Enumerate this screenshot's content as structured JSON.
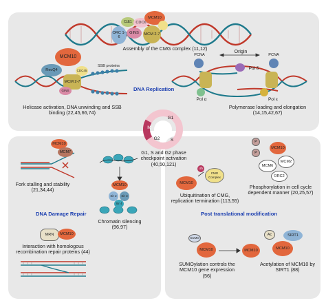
{
  "colors": {
    "panel_bg": "#e8e8e8",
    "dna_strand_red": "#c0392b",
    "dna_strand_teal": "#1f7a8c",
    "mcm10": "#e2673d",
    "mcm27": "#c9b455",
    "gins5": "#d98aa6",
    "cdc45": "#f0e08a",
    "cdt1": "#b7c97a",
    "orc": "#8fb4d6",
    "recq4": "#6a9ab7",
    "heading_blue": "#1c3fb0",
    "cycle_ring": "#f3c5cf",
    "cycle_m": "#b8385f"
  },
  "replication": {
    "heading": "DNA Replication",
    "cmg_caption": "Assembly of the CMG complex (11,12)",
    "helicase_caption": "Helicase activation, DNA unwinding and SSB binding (22,45,66,74)",
    "polymerase_caption": "Polymerase loading and elongation (14,15,42,67)",
    "labels": {
      "orc": "ORC 1-6",
      "cdt1": "Cdt1",
      "cdc6": "CDC6",
      "mcm10": "MCM10",
      "gins5": "GINS",
      "mcm27": "MCM 2-7",
      "recq4": "RecQ4",
      "cdc45": "CDC45",
      "ssb": "SSB proteins",
      "origin": "Origin",
      "pcna_left": "PCNA",
      "pcna_right": "PCNA",
      "pol_delta": "Pol δ",
      "pol_alpha": "Pol α",
      "pol_epsilon": "Pol ε"
    }
  },
  "cycle": {
    "g1": "G1",
    "s": "S",
    "g2": "G2",
    "m": "M",
    "caption": "G1, S and G2 phase checkpoint activation (40,50,121)"
  },
  "repair": {
    "heading": "DNA Damage Repair",
    "fork_caption": "Fork stalling and stability (21,34,44)",
    "chromatin_caption": "Chromatin silencing (96,97)",
    "hr_caption": "Interaction with homologous recombination repair proteins (44)",
    "labels": {
      "mcm10": "MCM10",
      "mcm7": "MCM7",
      "mrn": "MRN",
      "sir2": "Sir 2",
      "sir3": "Sir 3",
      "sir4": "Sir 4"
    }
  },
  "ptm": {
    "heading": "Post translational modification",
    "ub_caption": "Ubiquitination of CMG, replication termination (113,55)",
    "phospho_caption": "Phosphorylation in cell cycle dependent manner (20,25,57)",
    "sumo_caption": "SUMOylation controls the MCM10 gene expression (56)",
    "acetyl_caption": "Acetylation of MCM10 by SIRT1 (88)",
    "labels": {
      "mcm10": "MCM10",
      "ub": "Ub",
      "cmg": "CMG Complex",
      "p": "P",
      "mcm2": "MCM2",
      "mcm6": "MCM6",
      "orc2": "ORC2",
      "sumo": "SUMO",
      "ac": "Ac",
      "sirt1": "SIRT1"
    }
  }
}
